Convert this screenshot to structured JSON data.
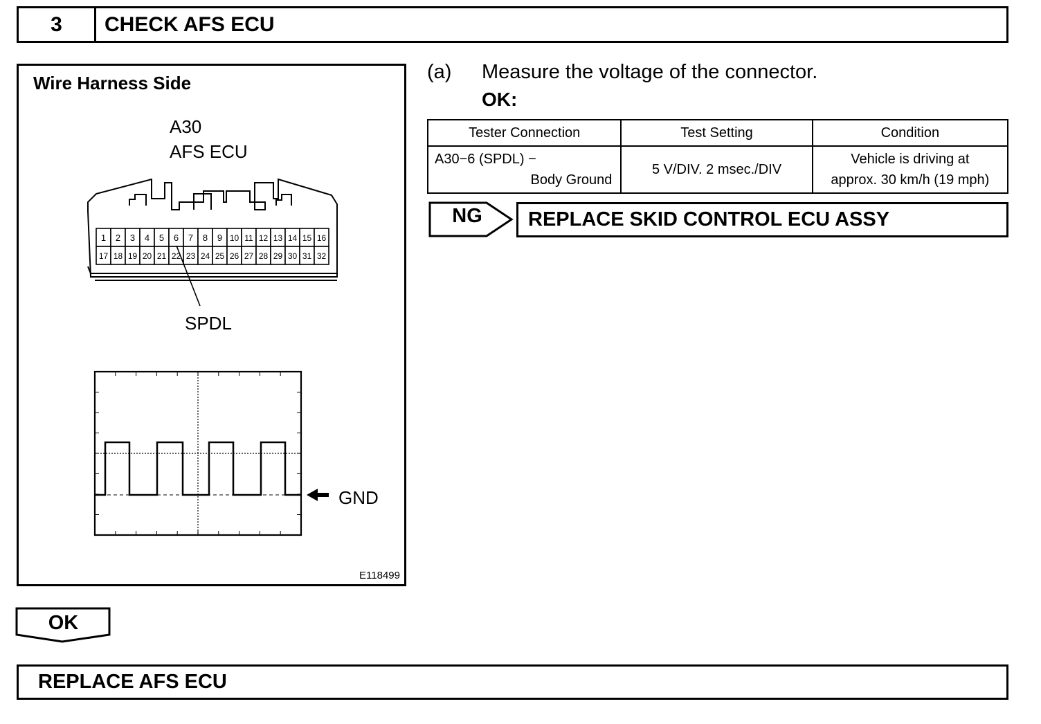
{
  "step": {
    "number": "3",
    "title": "CHECK AFS ECU"
  },
  "figure": {
    "heading": "Wire Harness Side",
    "connector_code": "A30",
    "connector_name": "AFS ECU",
    "pins_top": [
      "1",
      "2",
      "3",
      "4",
      "5",
      "6",
      "7",
      "8",
      "9",
      "10",
      "11",
      "12",
      "13",
      "14",
      "15",
      "16"
    ],
    "pins_bottom": [
      "17",
      "18",
      "19",
      "20",
      "21",
      "22",
      "23",
      "24",
      "25",
      "26",
      "27",
      "28",
      "29",
      "30",
      "31",
      "32"
    ],
    "pointer_label": "SPDL",
    "gnd_label": "GND",
    "figure_id": "E118499"
  },
  "instruction": {
    "label": "(a)",
    "text": "Measure the voltage of the connector.",
    "ok_label": "OK:"
  },
  "table": {
    "headers": [
      "Tester Connection",
      "Test Setting",
      "Condition"
    ],
    "row": {
      "connection_line1": "A30−6 (SPDL) −",
      "connection_line2": "Body Ground",
      "setting": "5 V/DIV. 2 msec./DIV",
      "condition_line1": "Vehicle is driving at",
      "condition_line2": "approx. 30 km/h (19 mph)"
    }
  },
  "ng": {
    "label": "NG",
    "result": "REPLACE SKID CONTROL ECU ASSY"
  },
  "ok": {
    "label": "OK",
    "result": "REPLACE AFS ECU"
  }
}
